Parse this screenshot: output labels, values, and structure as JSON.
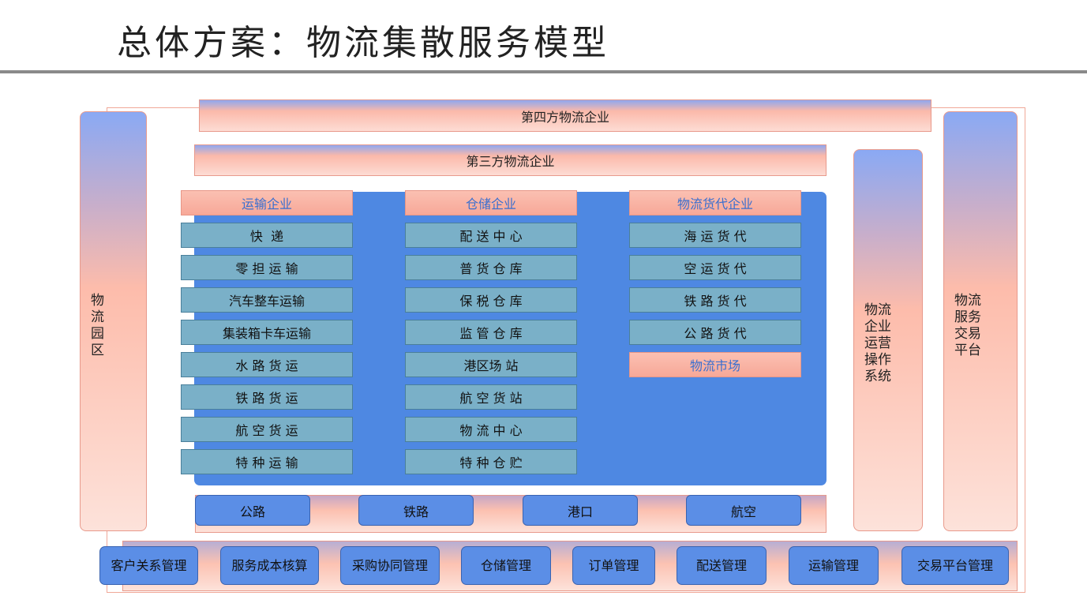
{
  "title": "总体方案：物流集散服务模型",
  "fourth_party": "第四方物流企业",
  "third_party": "第三方物流企业",
  "left_pillar": "物\n流\n园\n区",
  "ops_pillar": "物流\n企业\n运营\n操作\n系统",
  "trade_pillar": "物流\n服务\n交易\n平台",
  "columns": [
    {
      "header": "运输企业",
      "items": [
        "快  递",
        "零 担 运 输",
        "汽车整车运输",
        "集装箱卡车运输",
        "水 路 货 运",
        "铁 路 货 运",
        "航 空 货 运",
        "特 种 运 输"
      ]
    },
    {
      "header": "仓储企业",
      "items": [
        "配 送 中 心",
        "普 货 仓 库",
        "保 税 仓 库",
        "监 管 仓 库",
        "港区场 站",
        "航 空 货 站",
        "物 流 中 心",
        "特 种 仓 贮"
      ]
    },
    {
      "header": "物流货代企业",
      "items": [
        "海 运 货 代",
        "空 运 货 代",
        "铁 路 货 代",
        "公 路 货 代"
      ],
      "extra": "物流市场"
    }
  ],
  "transport_modes": [
    "公路",
    "铁路",
    "港口",
    "航空"
  ],
  "management": [
    "客户关系管理",
    "服务成本核算",
    "采购协同管理",
    "仓储管理",
    "订单管理",
    "配送管理",
    "运输管理",
    "交易平台管理"
  ],
  "colors": {
    "core_blue": "#4e88e2",
    "item_teal": "#7ab0c8",
    "header_salmon": "#f7a898",
    "header_text": "#3a6fcf",
    "button_blue": "#5b8ee6"
  }
}
